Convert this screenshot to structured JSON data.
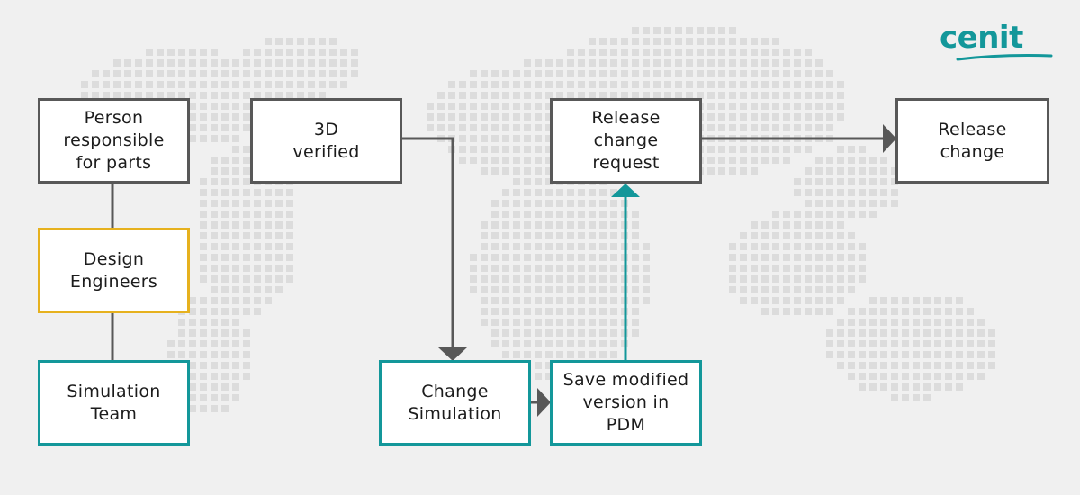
{
  "brand": {
    "logo_text": "cenit",
    "color": "#13979a"
  },
  "colors": {
    "background": "#f0f0f0",
    "map_dots": "#dcdcdc",
    "gray_border": "#585858",
    "yellow_border": "#e6b11e",
    "teal_border": "#13979a"
  },
  "boxes": {
    "person_responsible": {
      "label": "Person\nresponsible\nfor parts",
      "style": "gray"
    },
    "design_engineers": {
      "label": "Design\nEngineers",
      "style": "yellow"
    },
    "simulation_team": {
      "label": "Simulation\nTeam",
      "style": "teal"
    },
    "verified_3d": {
      "label": "3D\nverified",
      "style": "gray"
    },
    "change_simulation": {
      "label": "Change\nSimulation",
      "style": "teal"
    },
    "save_modified": {
      "label": "Save modified\nversion in\nPDM",
      "style": "teal"
    },
    "release_request": {
      "label": "Release\nchange\nrequest",
      "style": "gray"
    },
    "release_change": {
      "label": "Release\nchange",
      "style": "gray"
    }
  }
}
